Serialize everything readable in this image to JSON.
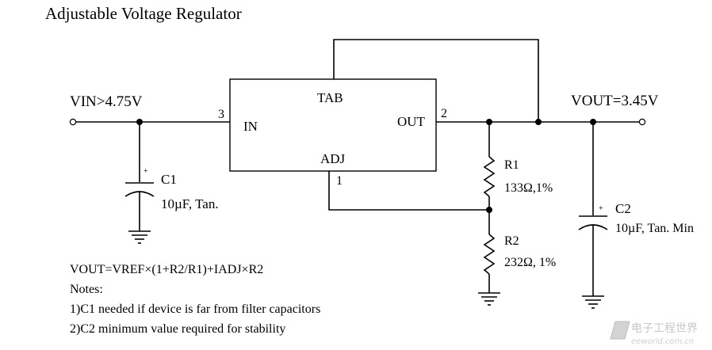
{
  "title": "Adjustable Voltage Regulator",
  "regulator": {
    "pin_tab": "TAB",
    "pin_in": "IN",
    "pin_out": "OUT",
    "pin_adj": "ADJ",
    "pin_in_num": "3",
    "pin_out_num": "2",
    "pin_adj_num": "1"
  },
  "input": {
    "label": "VIN>4.75V"
  },
  "output": {
    "label": "VOUT=3.45V"
  },
  "components": {
    "c1": {
      "name": "C1",
      "value": "10µF, Tan.",
      "polarity": "+"
    },
    "c2": {
      "name": "C2",
      "value": "10µF, Tan. Min",
      "polarity": "+"
    },
    "r1": {
      "name": "R1",
      "value": "133Ω,1%"
    },
    "r2": {
      "name": "R2",
      "value": "232Ω, 1%"
    }
  },
  "formula": "VOUT=VREF×(1+R2/R1)+IADJ×R2",
  "notes": {
    "heading": "Notes:",
    "items": [
      "1)C1 needed if device is far from filter capacitors",
      "2)C2 minimum value required for stability"
    ]
  },
  "watermark": {
    "cn": "电子工程世界",
    "en": "eeworld.com.cn"
  }
}
